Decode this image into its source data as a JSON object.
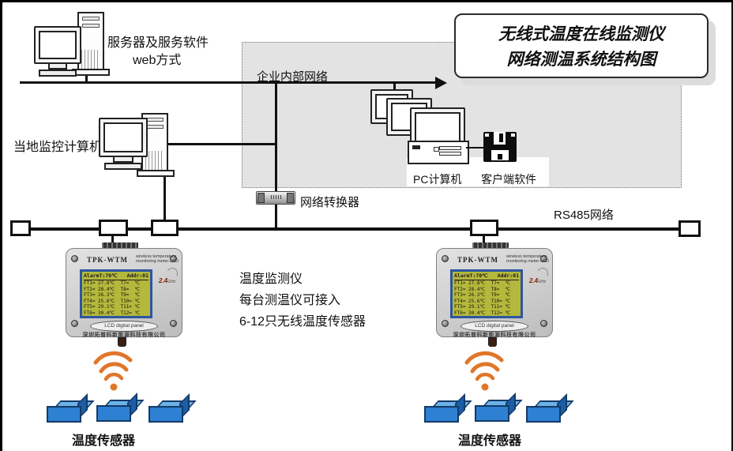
{
  "diagram": {
    "title_line1": "无线式温度在线监测仪",
    "title_line2": "网络测温系统结构图",
    "server_label_line1": "服务器及服务软件",
    "server_label_line2": "web方式",
    "intranet_label": "企业内部网络",
    "local_computer_label": "当地监控计算机",
    "pc_label": "PC计算机",
    "client_software_label": "客户端软件",
    "converter_label": "网络转换器",
    "rs485_label": "RS485网络",
    "note_line1": "温度监测仪",
    "note_line2": "每台测温仪可接入",
    "note_line3": "6-12只无线温度传感器",
    "sensor_label_left": "温度传感器",
    "sensor_label_right": "温度传感器"
  },
  "device": {
    "model": "TPK-WTM",
    "subtitle_line1": "wireless  temperature",
    "subtitle_line2": "monitoring meter-LCD",
    "band": "2.4",
    "band_unit": "GHz",
    "lcd_header_left": "AlarmT:70℃",
    "lcd_header_right": "Addr:01",
    "lcd_rows": [
      "FT1= 27.8℃  T7=  ℃",
      "FT2= 28.4℃  T8=  ℃",
      "FT3= 26.3℃  T9=  ℃",
      "FT4= 25.6℃  T10= ℃",
      "FT5= 29.1℃  T11= ℃",
      "FT6= 30.4℃  T12= ℃"
    ],
    "panel_label": "LCD digital panel",
    "company": "深圳拓普科新能源科技有限公司"
  },
  "colors": {
    "wifi_orange": "#e0762a",
    "sensor_blue": "#2e80d2",
    "lcd_background": "#b4b83c",
    "lcd_border": "#2d55a0",
    "zone_gray": "#e3e3e3"
  }
}
